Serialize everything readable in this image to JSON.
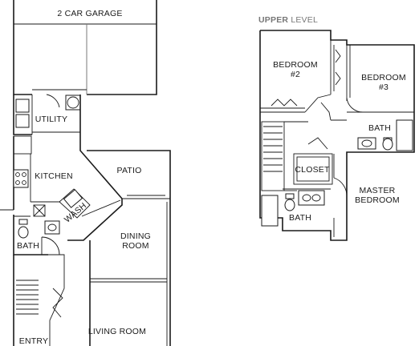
{
  "lower_level": {
    "rooms": {
      "garage": "2 CAR GARAGE",
      "utility": "UTILITY",
      "kitchen": "KITCHEN",
      "patio": "PATIO",
      "dining_line1": "DINING",
      "dining_line2": "ROOM",
      "bath": "BATH",
      "living": "LIVING ROOM",
      "entry": "ENTRY",
      "washer_dryer": "WASH"
    }
  },
  "upper_level": {
    "title_bold": "UPPER",
    "title_light": "LEVEL",
    "rooms": {
      "bedroom2_line1": "BEDROOM",
      "bedroom2_line2": "#2",
      "bedroom3_line1": "BEDROOM",
      "bedroom3_line2": "#3",
      "bath_upper": "BATH",
      "closet": "CLOSET",
      "master_line1": "MASTER",
      "master_line2": "BEDROOM",
      "bath_master": "BATH"
    }
  }
}
